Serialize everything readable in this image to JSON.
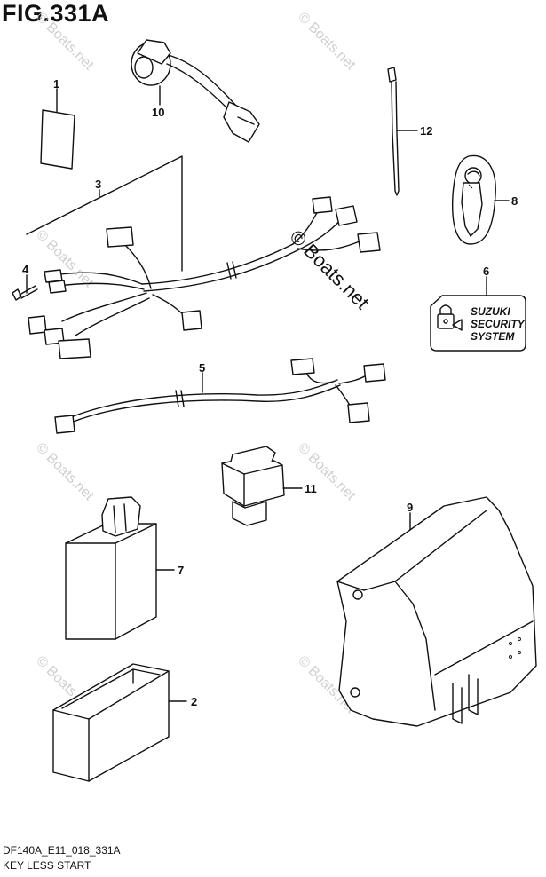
{
  "figure": {
    "title": "FIG.331A",
    "drawing_code": "DF140A_E11_018_331A",
    "name": "KEY LESS START"
  },
  "parts": [
    {
      "number": "1",
      "icon": "card-icon"
    },
    {
      "number": "2",
      "icon": "holder-icon"
    },
    {
      "number": "3",
      "icon": "harness-icon"
    },
    {
      "number": "4",
      "icon": "screw-icon"
    },
    {
      "number": "5",
      "icon": "harness-icon"
    },
    {
      "number": "6",
      "icon": "security-label-icon"
    },
    {
      "number": "7",
      "icon": "control-unit-icon"
    },
    {
      "number": "8",
      "icon": "key-fob-icon"
    },
    {
      "number": "9",
      "icon": "bracket-icon"
    },
    {
      "number": "10",
      "icon": "receiver-icon"
    },
    {
      "number": "11",
      "icon": "relay-icon"
    },
    {
      "number": "12",
      "icon": "cable-tie-icon"
    }
  ],
  "security_label": {
    "lines": [
      "SUZUKI",
      "SECURITY",
      "SYSTEM"
    ]
  },
  "watermark": {
    "text": "© Boats.net"
  }
}
